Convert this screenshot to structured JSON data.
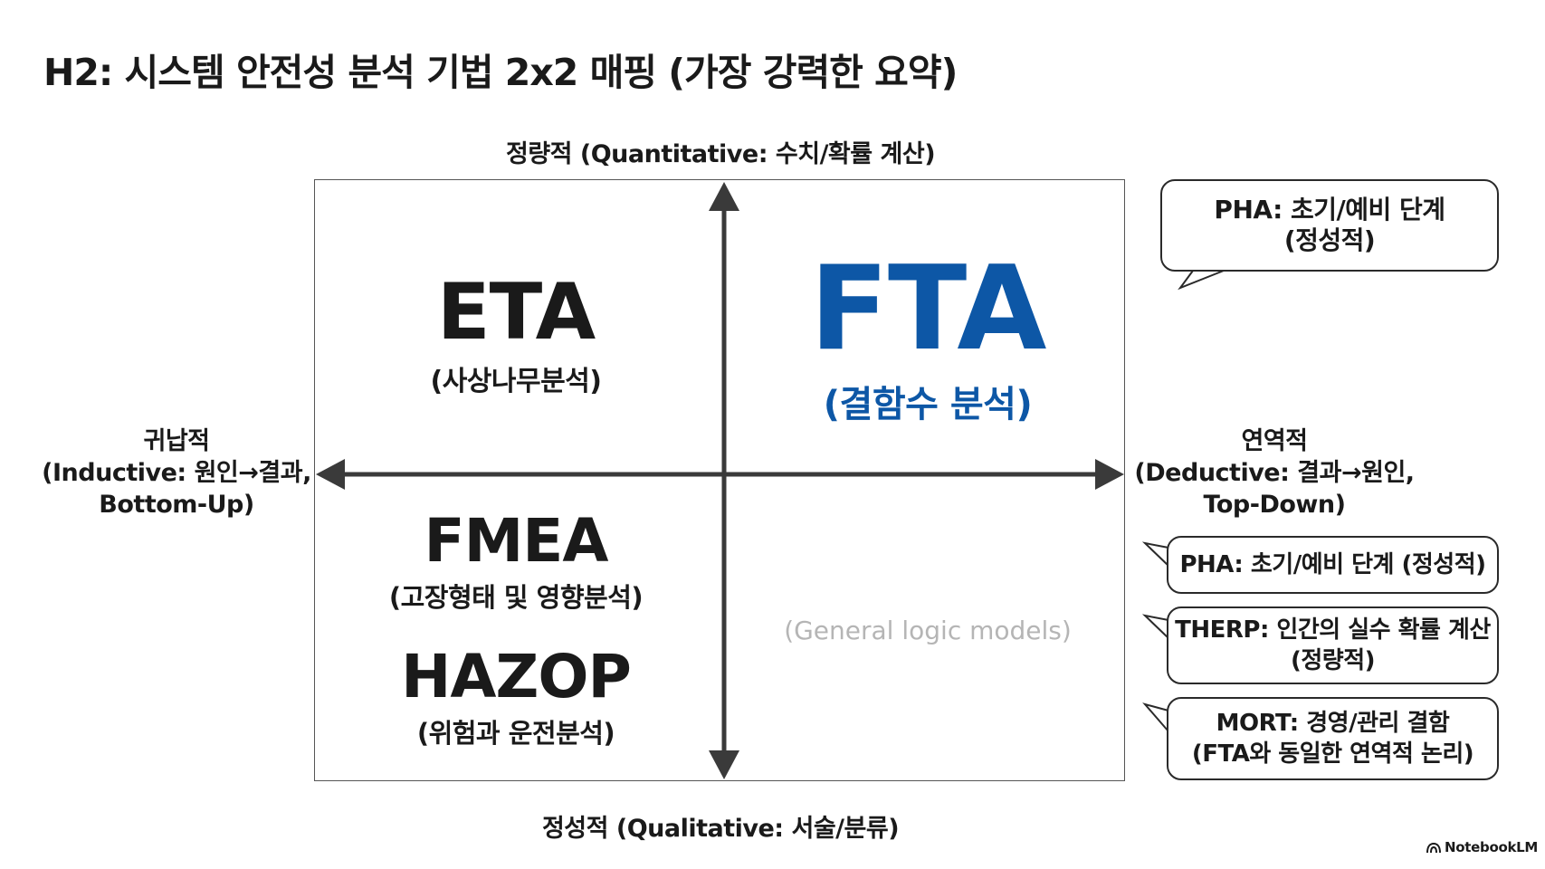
{
  "title": "H2: 시스템 안전성 분석 기법 2x2 매핑 (가장 강력한 요약)",
  "axes": {
    "top": "정량적 (Quantitative: 수치/확률 계산)",
    "bottom": "정성적 (Qualitative: 서술/분류)",
    "left": [
      "귀납적",
      "(Inductive: 원인→결과,",
      "Bottom-Up)"
    ],
    "right": [
      "연역적",
      "(Deductive: 결과→원인,",
      "Top-Down)"
    ]
  },
  "quadrants": {
    "eta": {
      "name": "ETA",
      "sub": "(사상나무분석)"
    },
    "fta": {
      "name": "FTA",
      "sub": "(결함수 분석)"
    },
    "fmea": {
      "name": "FMEA",
      "sub": "(고장형태 및 영향분석)"
    },
    "hazop": {
      "name": "HAZOP",
      "sub": "(위험과 운전분석)"
    },
    "general": "(General logic models)"
  },
  "callouts": [
    {
      "lines": [
        "PHA: 초기/예비 단계",
        "(정성적)"
      ]
    },
    {
      "lines": [
        "PHA: 초기/예비 단계 (정성적)"
      ]
    },
    {
      "lines": [
        "THERP: 인간의 실수 확률 계산",
        "(정량적)"
      ]
    },
    {
      "lines": [
        "MORT: 경영/관리 결함",
        "(FTA와 동일한 연역적 논리)"
      ]
    }
  ],
  "brand": "NotebookLM",
  "colors": {
    "accent": "#0d57a6",
    "muted": "#b5b5b5",
    "axis": "#3a3a3a"
  }
}
